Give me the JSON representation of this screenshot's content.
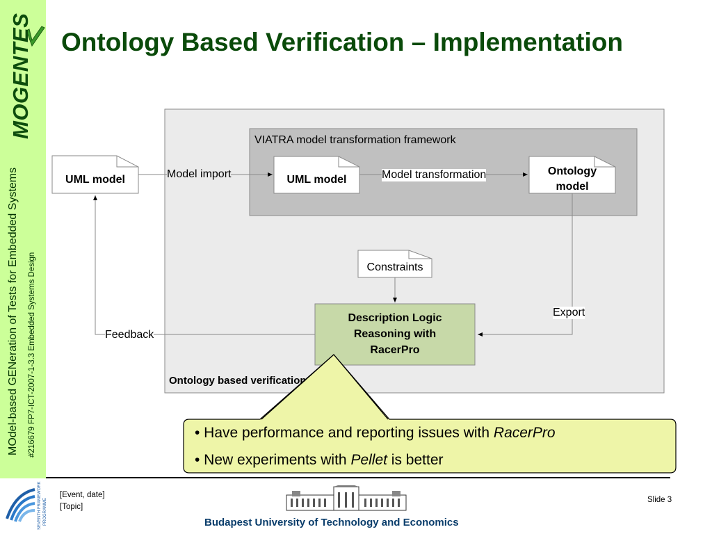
{
  "sidebar": {
    "logo_text": "MOGENTES",
    "vertical_title": "MOdel-based GENeration of Tests for Embedded Systems",
    "vertical_subtitle": "#216679 FP7-ICT-2007-1-3.3 Embedded Systems Design"
  },
  "title": "Ontology Based Verification – Implementation",
  "diagram": {
    "outer_label": "Ontology based verification tool",
    "framework_label": "VIATRA model transformation framework",
    "uml_model_external": "UML model",
    "uml_model_internal": "UML model",
    "ontology_model_line1": "Ontology",
    "ontology_model_line2": "model",
    "constraints": "Constraints",
    "reasoner_line1": "Description Logic",
    "reasoner_line2": "Reasoning with",
    "reasoner_line3": "RacerPro",
    "edge_model_import": "Model import",
    "edge_model_transformation": "Model transformation",
    "edge_export": "Export",
    "edge_feedback": "Feedback"
  },
  "callout": {
    "item1_prefix": "• Have performance and reporting issues with ",
    "item1_italic": "RacerPro",
    "item2_prefix": "• New experiments with ",
    "item2_italic": "Pellet",
    "item2_suffix": " is better"
  },
  "footer": {
    "event_date": "[Event, date]",
    "topic": "[Topic]",
    "fp7_label_1": "SEVENTH FRAMEWORK",
    "fp7_label_2": "PROGRAMME",
    "slide_number": "Slide 3",
    "university": "Budapest University of Technology and Economics"
  },
  "colors": {
    "sidebar_bg": "#ccff99",
    "title_green": "#0a4a0a",
    "outer_box_bg": "#ebebeb",
    "framework_box_bg": "#c0c0c0",
    "reasoner_bg": "#c7d9a8",
    "callout_bg": "#eef5a8",
    "university_blue": "#0a3d6b"
  }
}
